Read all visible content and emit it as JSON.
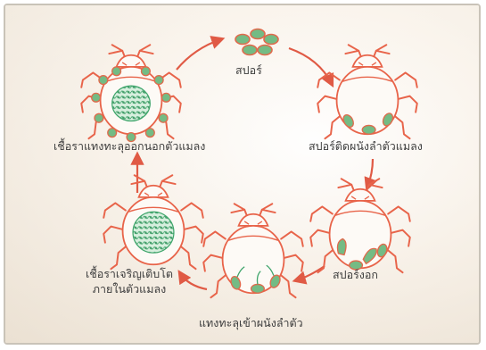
{
  "stages": {
    "spore": "สปอร์",
    "attach": "สปอร์ติดผนังลำตัวแมลง",
    "germinate": "สปอร์งอก",
    "penetrate": "แทงทะลุเข้าผนังลำตัว",
    "grow_line1": "เชื้อราเจริญเติบโต",
    "grow_line2": "ภายในตัวแมลง",
    "emerge": "เชื้อราแทงทะลุออกนอกตัวแมลง"
  },
  "colors": {
    "insect": "#e8644a",
    "spore": "#74bb84",
    "spore_outline": "#e06a4c",
    "arrow": "#e05a45",
    "mycelium": "#3fa56b",
    "label": "#3d3d3d"
  }
}
